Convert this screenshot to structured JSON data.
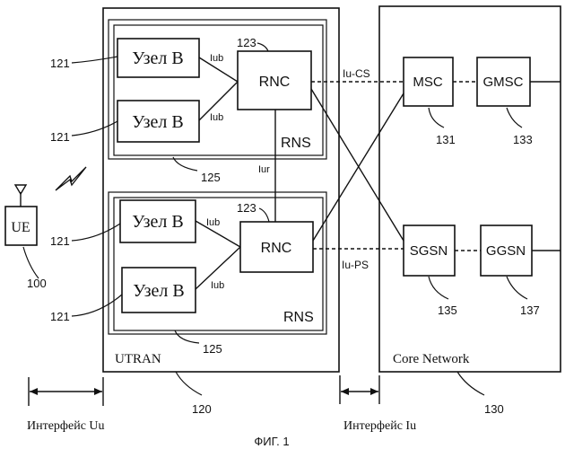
{
  "figure_caption": "ФИГ. 1",
  "interfaces": {
    "uu": "Интерфейс Uu",
    "iu": "Интерфейс Iu",
    "iu_cs": "Iu-CS",
    "iu_ps": "Iu-PS",
    "iur": "Iur",
    "iub": "Iub"
  },
  "ue": {
    "label": "UE",
    "ref": "100"
  },
  "utran": {
    "label": "UTRAN",
    "ref": "120"
  },
  "core": {
    "label": "Core Network",
    "ref": "130"
  },
  "rns_top": {
    "label": "RNS",
    "ref": "125",
    "rnc_label": "RNC",
    "rnc_ref": "123",
    "nodes": [
      {
        "label": "Узел B",
        "ref": "121"
      },
      {
        "label": "Узел B",
        "ref": "121"
      }
    ]
  },
  "rns_bottom": {
    "label": "RNS",
    "ref": "125",
    "rnc_label": "RNC",
    "rnc_ref": "123",
    "nodes": [
      {
        "label": "Узел B",
        "ref": "121"
      },
      {
        "label": "Узел B",
        "ref": "121"
      }
    ]
  },
  "core_nodes": {
    "msc": {
      "label": "MSC",
      "ref": "131"
    },
    "gmsc": {
      "label": "GMSC",
      "ref": "133"
    },
    "sgsn": {
      "label": "SGSN",
      "ref": "135"
    },
    "ggsn": {
      "label": "GGSN",
      "ref": "137"
    }
  }
}
